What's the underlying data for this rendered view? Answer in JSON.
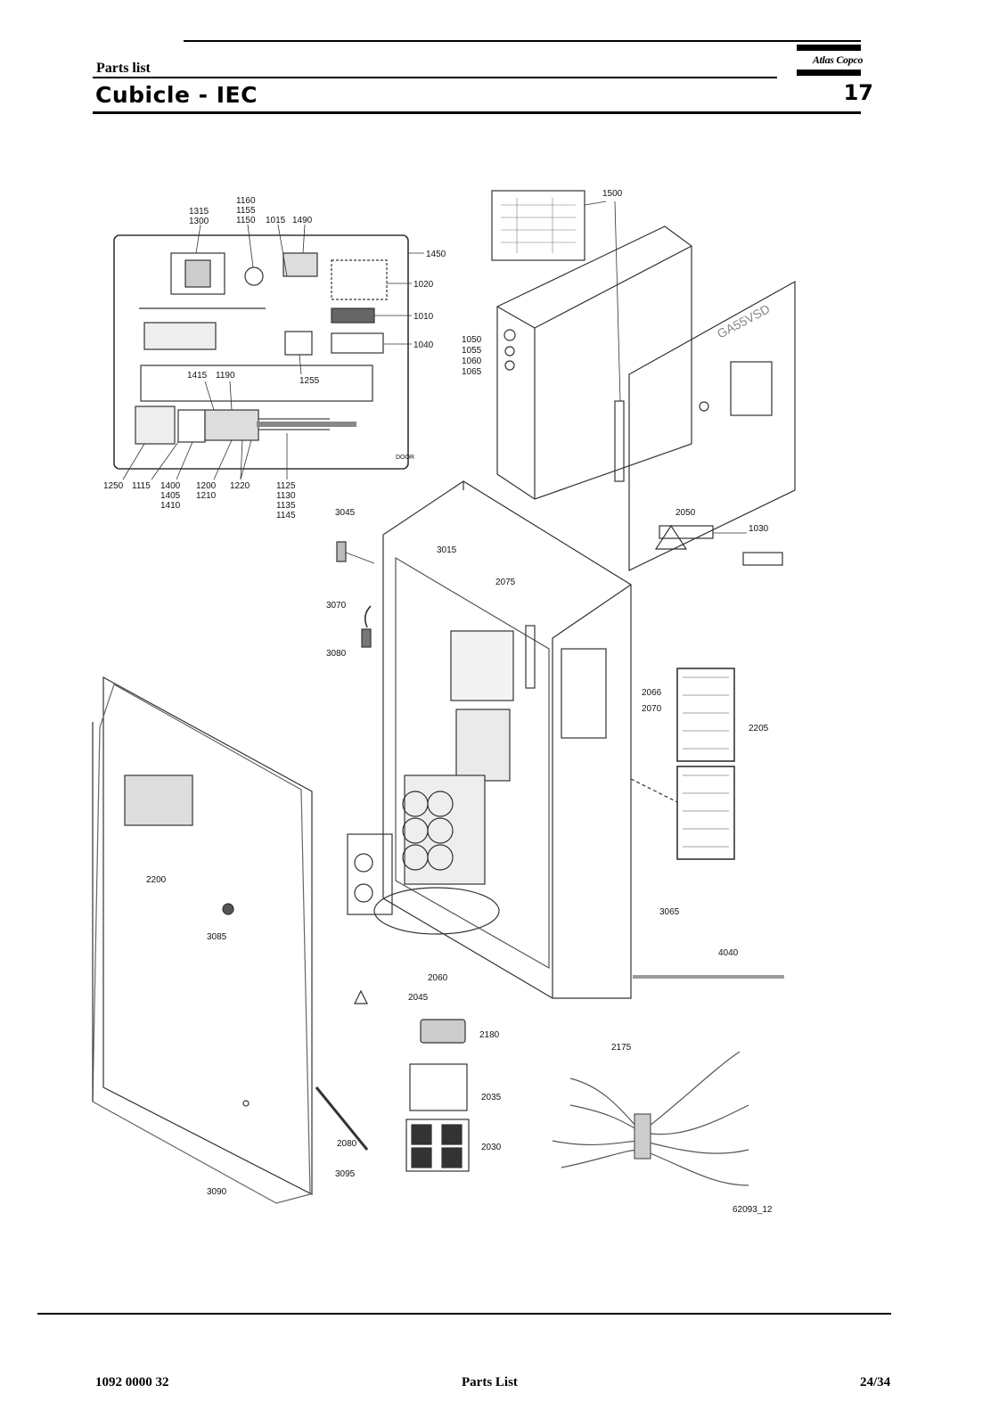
{
  "header": {
    "section_label": "Parts list",
    "title": "Cubicle - IEC",
    "section_number": "17",
    "brand": "Atlas Copco"
  },
  "diagram": {
    "callouts": {
      "c1315": "1315",
      "c1300": "1300",
      "c1160": "1160",
      "c1155": "1155",
      "c1150": "1150",
      "c1015": "1015",
      "c1490": "1490",
      "c1450": "1450",
      "c1020": "1020",
      "c1010": "1010",
      "c1040": "1040",
      "c1415": "1415",
      "c1190": "1190",
      "c1255": "1255",
      "c1250": "1250",
      "c1115": "1115",
      "c1400": "1400",
      "c1405": "1405",
      "c1410": "1410",
      "c1200": "1200",
      "c1210": "1210",
      "c1220": "1220",
      "c1125": "1125",
      "c1130": "1130",
      "c1135": "1135",
      "c1145": "1145",
      "c1500": "1500",
      "c1050": "1050",
      "c1055": "1055",
      "c1060": "1060",
      "c1065": "1065",
      "c2050": "2050",
      "c1030": "1030",
      "c3045": "3045",
      "c3015": "3015",
      "c2075": "2075",
      "c3070": "3070",
      "c3080": "3080",
      "c2066": "2066",
      "c2070": "2070",
      "c2205": "2205",
      "c2200": "2200",
      "c3085": "3085",
      "c3065": "3065",
      "c4040": "4040",
      "c2060": "2060",
      "c2045": "2045",
      "c2180": "2180",
      "c2175": "2175",
      "c2035": "2035",
      "c2030": "2030",
      "c2080": "2080",
      "c3095": "3095",
      "c3090": "3090"
    },
    "cubicle_label": "GA55VSD",
    "door_label": "DOOR",
    "drawing_number": "62093_12"
  },
  "footer": {
    "doc_number": "1092 0000 32",
    "doc_title": "Parts List",
    "page": "24/34"
  }
}
